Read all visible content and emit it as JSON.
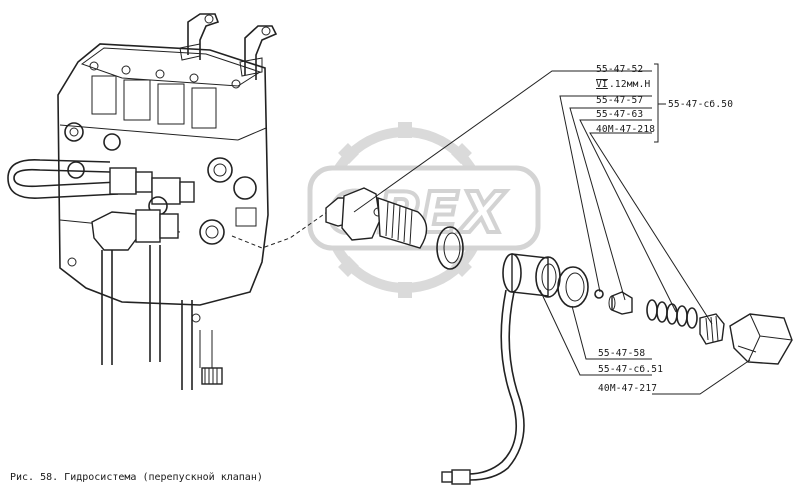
{
  "watermark": {
    "text": "OPEX"
  },
  "callouts": {
    "c1": "55-47-52",
    "c2": "VI.12мм.Н",
    "c2_roman": "VI",
    "c2_rest": ".12мм.Н",
    "c3": "55-47-57",
    "c4": "55-47-63",
    "c5": "40М-47-218",
    "group": "55-47-сб.50",
    "c6": "55-47-58",
    "c7": "55-47-сб.51",
    "c8": "40М-47-217"
  },
  "caption": "Рис. 58. Гидросистема (перепускной клапан)"
}
